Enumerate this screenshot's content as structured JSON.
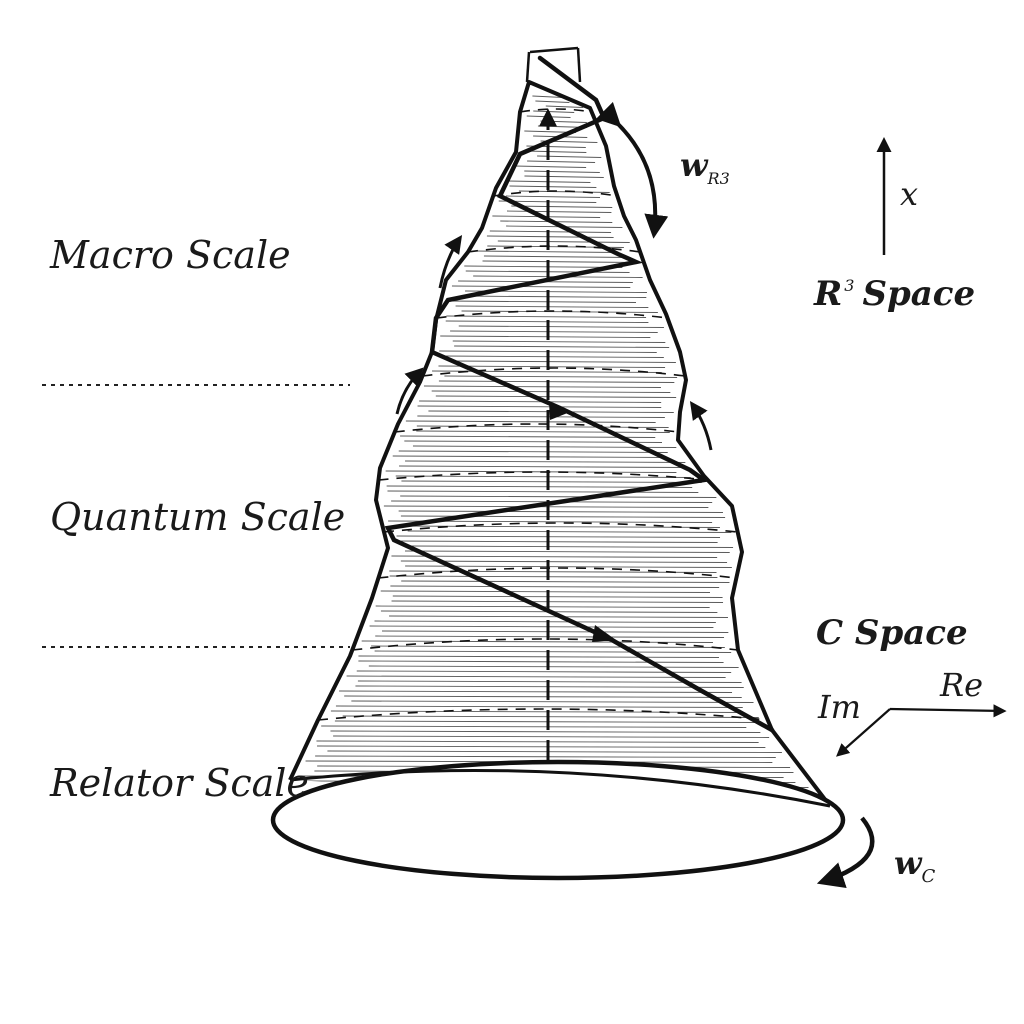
{
  "scales": {
    "macro": "Macro Scale",
    "quantum": "Quantum Scale",
    "relator": "Relator Scale"
  },
  "spaces": {
    "r3_main": "R",
    "r3_sup": "3",
    "r3_rest": "Space",
    "c": "C Space"
  },
  "axes": {
    "x": "x",
    "re": "Re",
    "im": "Im"
  },
  "omegas": {
    "r3_main": "w",
    "r3_sub": "R3",
    "c_main": "w",
    "c_sub": "C"
  },
  "colors": {
    "ink": "#111111",
    "background": "#ffffff"
  }
}
